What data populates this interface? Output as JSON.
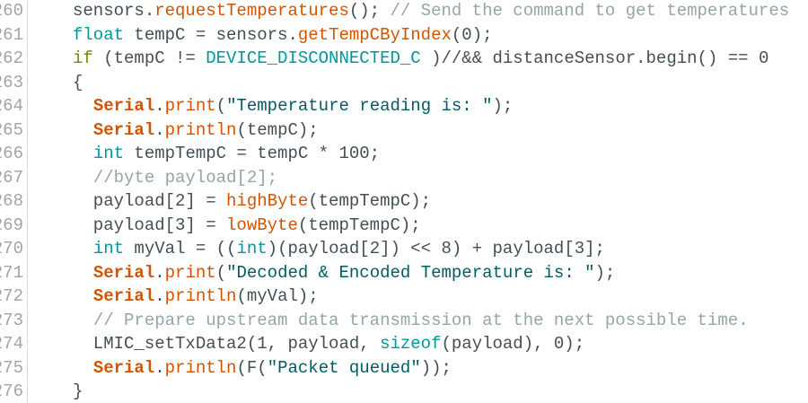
{
  "colors": {
    "default_text": "#434f54",
    "function": "#d35400",
    "object": "#d35400",
    "keyword": "#00979c",
    "control": "#728e00",
    "string": "#005c5f",
    "comment": "#95a5a6",
    "line_number": "#a3a3a3",
    "gutter_border": "#d9d9d9",
    "background": "#ffffff"
  },
  "editor": {
    "lines": [
      {
        "number": "260",
        "tokens": [
          {
            "type": "plain",
            "text": "sensors."
          },
          {
            "type": "fn",
            "text": "requestTemperatures"
          },
          {
            "type": "plain",
            "text": "(); "
          },
          {
            "type": "cm",
            "text": "// Send the command to get temperatures"
          }
        ]
      },
      {
        "number": "261",
        "tokens": [
          {
            "type": "kw",
            "text": "float"
          },
          {
            "type": "plain",
            "text": " tempC = sensors."
          },
          {
            "type": "fn",
            "text": "getTempCByIndex"
          },
          {
            "type": "plain",
            "text": "(0);"
          }
        ]
      },
      {
        "number": "262",
        "tokens": [
          {
            "type": "ctl",
            "text": "if"
          },
          {
            "type": "plain",
            "text": " (tempC != "
          },
          {
            "type": "kw",
            "text": "DEVICE_DISCONNECTED_C"
          },
          {
            "type": "plain",
            "text": " )//&& distanceSensor.begin() == 0"
          }
        ]
      },
      {
        "number": "263",
        "tokens": [
          {
            "type": "plain",
            "text": "{"
          }
        ]
      },
      {
        "number": "264",
        "tokens": [
          {
            "type": "plain",
            "text": "  "
          },
          {
            "type": "obj",
            "text": "Serial"
          },
          {
            "type": "plain",
            "text": "."
          },
          {
            "type": "fn",
            "text": "print"
          },
          {
            "type": "plain",
            "text": "("
          },
          {
            "type": "str",
            "text": "\"Temperature reading is: \""
          },
          {
            "type": "plain",
            "text": ");"
          }
        ]
      },
      {
        "number": "265",
        "tokens": [
          {
            "type": "plain",
            "text": "  "
          },
          {
            "type": "obj",
            "text": "Serial"
          },
          {
            "type": "plain",
            "text": "."
          },
          {
            "type": "fn",
            "text": "println"
          },
          {
            "type": "plain",
            "text": "(tempC);"
          }
        ]
      },
      {
        "number": "266",
        "tokens": [
          {
            "type": "plain",
            "text": "  "
          },
          {
            "type": "kw",
            "text": "int"
          },
          {
            "type": "plain",
            "text": " tempTempC = tempC * 100;"
          }
        ]
      },
      {
        "number": "267",
        "tokens": [
          {
            "type": "plain",
            "text": "  "
          },
          {
            "type": "cm",
            "text": "//byte payload[2];"
          }
        ]
      },
      {
        "number": "268",
        "tokens": [
          {
            "type": "plain",
            "text": "  payload[2] = "
          },
          {
            "type": "fn",
            "text": "highByte"
          },
          {
            "type": "plain",
            "text": "(tempTempC);"
          }
        ]
      },
      {
        "number": "269",
        "tokens": [
          {
            "type": "plain",
            "text": "  payload[3] = "
          },
          {
            "type": "fn",
            "text": "lowByte"
          },
          {
            "type": "plain",
            "text": "(tempTempC);"
          }
        ]
      },
      {
        "number": "270",
        "tokens": [
          {
            "type": "plain",
            "text": "  "
          },
          {
            "type": "kw",
            "text": "int"
          },
          {
            "type": "plain",
            "text": " myVal = (("
          },
          {
            "type": "kw",
            "text": "int"
          },
          {
            "type": "plain",
            "text": ")(payload[2]) << 8) + payload[3];"
          }
        ]
      },
      {
        "number": "271",
        "tokens": [
          {
            "type": "plain",
            "text": "  "
          },
          {
            "type": "obj",
            "text": "Serial"
          },
          {
            "type": "plain",
            "text": "."
          },
          {
            "type": "fn",
            "text": "print"
          },
          {
            "type": "plain",
            "text": "("
          },
          {
            "type": "str",
            "text": "\"Decoded & Encoded Temperature is: \""
          },
          {
            "type": "plain",
            "text": ");"
          }
        ]
      },
      {
        "number": "272",
        "tokens": [
          {
            "type": "plain",
            "text": "  "
          },
          {
            "type": "obj",
            "text": "Serial"
          },
          {
            "type": "plain",
            "text": "."
          },
          {
            "type": "fn",
            "text": "println"
          },
          {
            "type": "plain",
            "text": "(myVal);"
          }
        ]
      },
      {
        "number": "273",
        "tokens": [
          {
            "type": "plain",
            "text": "  "
          },
          {
            "type": "cm",
            "text": "// Prepare upstream data transmission at the next possible time."
          }
        ]
      },
      {
        "number": "274",
        "tokens": [
          {
            "type": "plain",
            "text": "  LMIC_setTxData2(1, payload, "
          },
          {
            "type": "kw",
            "text": "sizeof"
          },
          {
            "type": "plain",
            "text": "(payload), 0);"
          }
        ]
      },
      {
        "number": "275",
        "tokens": [
          {
            "type": "plain",
            "text": "  "
          },
          {
            "type": "obj",
            "text": "Serial"
          },
          {
            "type": "plain",
            "text": "."
          },
          {
            "type": "fn",
            "text": "println"
          },
          {
            "type": "plain",
            "text": "(F("
          },
          {
            "type": "str",
            "text": "\"Packet queued\""
          },
          {
            "type": "plain",
            "text": "));"
          }
        ]
      },
      {
        "number": "276",
        "tokens": [
          {
            "type": "plain",
            "text": "}"
          }
        ]
      }
    ]
  }
}
